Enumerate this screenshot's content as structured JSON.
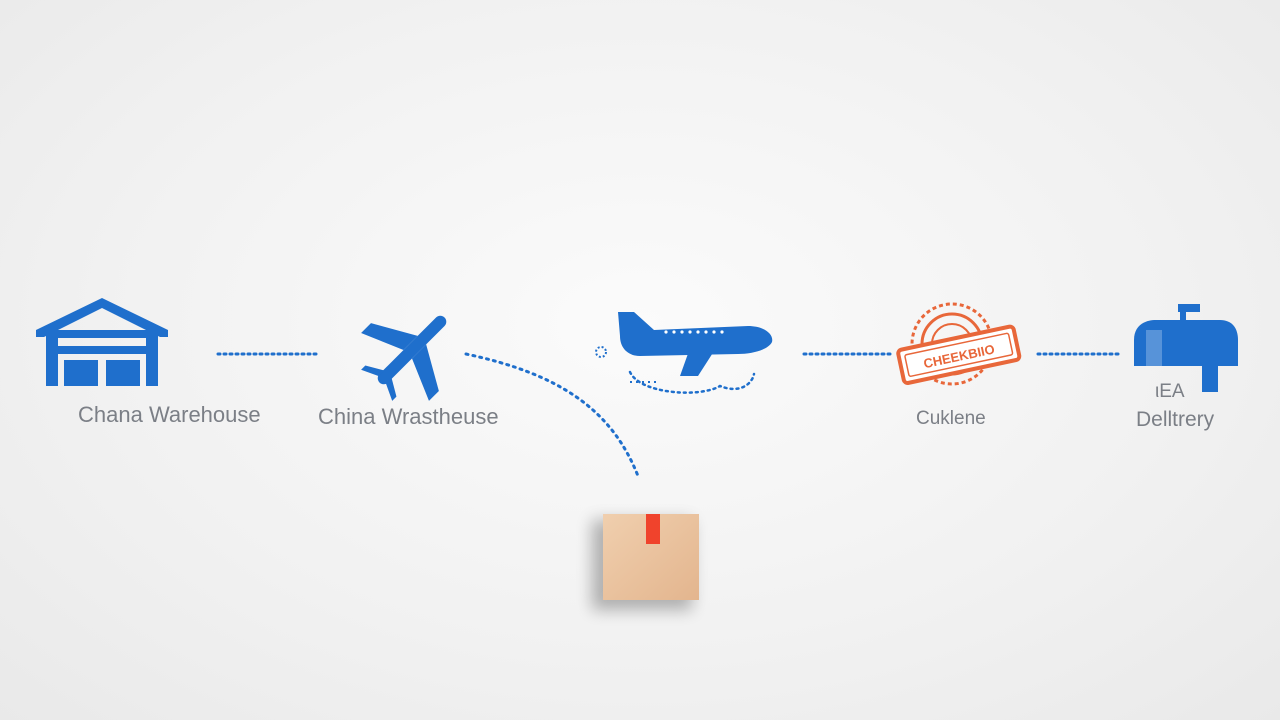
{
  "colors": {
    "primary_blue": "#1f6fcc",
    "customs_orange": "#e8673a",
    "label_gray": "#7b7f86",
    "box_tan": "#eac3a1",
    "box_tape": "#f0432c"
  },
  "steps": [
    {
      "icon": "warehouse-icon",
      "label": "Chana Warehouse"
    },
    {
      "icon": "airplane-icon",
      "label": "China Wrastheuse"
    },
    {
      "icon": "cargo-plane-icon",
      "label": ""
    },
    {
      "icon": "customs-stamp-icon",
      "label": "Cuklene",
      "stamp_text": "CHEEKBIIO"
    },
    {
      "icon": "mailbox-icon",
      "label_top": "ιEA",
      "label": "Delltrery"
    }
  ],
  "package": {
    "icon": "package-box-icon"
  }
}
